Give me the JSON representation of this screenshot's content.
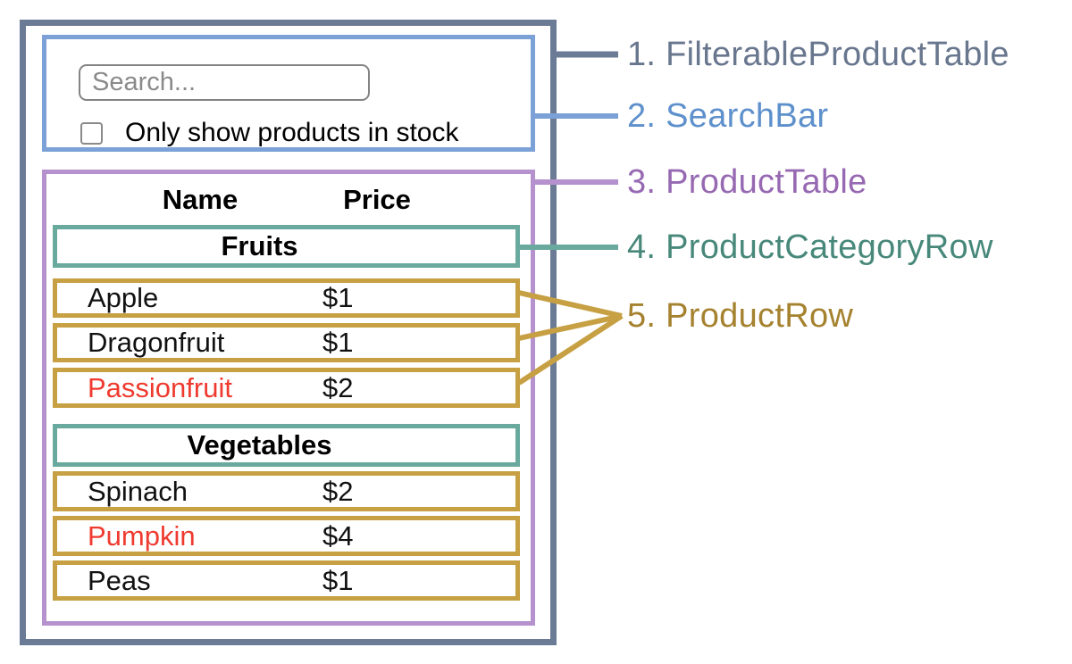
{
  "colors": {
    "filterable_product_table": "#6B7B95",
    "filterable_product_table_label": "#68768E",
    "search_bar": "#7BA1D6",
    "search_bar_label": "#5E90CC",
    "product_table": "#B591CE",
    "product_table_label": "#9669B2",
    "product_category_row": "#6AAA9E",
    "product_category_row_label": "#47887A",
    "product_row": "#C6A042",
    "product_row_label": "#A5822F",
    "out_of_stock_text": "#EF3A2F",
    "in_stock_text": "#111111"
  },
  "search_bar": {
    "placeholder": "Search...",
    "checkbox_label": "Only show products in stock",
    "checkbox_checked": false
  },
  "product_table": {
    "columns": [
      "Name",
      "Price"
    ],
    "sections": [
      {
        "category": "Fruits",
        "rows": [
          {
            "name": "Apple",
            "price": "$1",
            "in_stock": true
          },
          {
            "name": "Dragonfruit",
            "price": "$1",
            "in_stock": true
          },
          {
            "name": "Passionfruit",
            "price": "$2",
            "in_stock": false
          }
        ]
      },
      {
        "category": "Vegetables",
        "rows": [
          {
            "name": "Spinach",
            "price": "$2",
            "in_stock": true
          },
          {
            "name": "Pumpkin",
            "price": "$4",
            "in_stock": false
          },
          {
            "name": "Peas",
            "price": "$1",
            "in_stock": true
          }
        ]
      }
    ]
  },
  "annotations": [
    {
      "label": "1. FilterableProductTable"
    },
    {
      "label": "2. SearchBar"
    },
    {
      "label": "3. ProductTable"
    },
    {
      "label": "4. ProductCategoryRow"
    },
    {
      "label": "5. ProductRow"
    }
  ]
}
